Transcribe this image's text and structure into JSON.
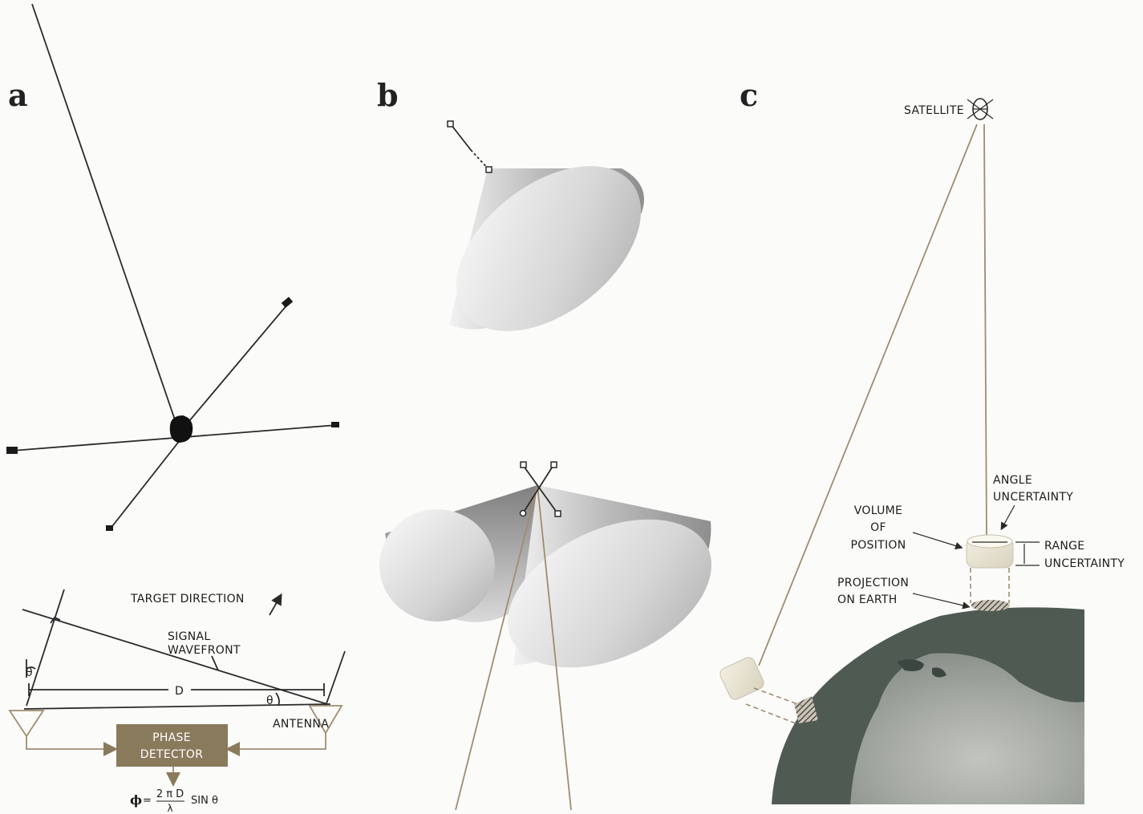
{
  "panels": {
    "a": {
      "letter": "a",
      "labels": {
        "target_direction": "TARGET DIRECTION",
        "signal": "SIGNAL",
        "wavefront": "WAVEFRONT",
        "theta_left": "θ",
        "theta_right": "θ",
        "distance": "D",
        "antenna": "ANTENNA",
        "detector_line1": "PHASE",
        "detector_line2": "DETECTOR"
      },
      "formula": {
        "phi": "ϕ",
        "equals": "=",
        "numerator": "2 π D",
        "denominator": "λ",
        "sin_theta": "SIN θ"
      }
    },
    "b": {
      "letter": "b"
    },
    "c": {
      "letter": "c",
      "labels": {
        "satellite": "SATELLITE",
        "angle_uncertainty_1": "ANGLE",
        "angle_uncertainty_2": "UNCERTAINTY",
        "volume_1": "VOLUME",
        "volume_2": "OF",
        "volume_3": "POSITION",
        "range_1": "RANGE",
        "range_2": "UNCERTAINTY",
        "projection_1": "PROJECTION",
        "projection_2": "ON EARTH"
      }
    }
  },
  "colors": {
    "ink": "#2a2a2a",
    "tan_line": "#a08c70",
    "detector_box": "#8a7a5c",
    "earth_dark": "#4e5a52",
    "earth_light": "#a9ada6",
    "cone_light": "#eeeeee",
    "cone_dark": "#9c9c9c"
  }
}
